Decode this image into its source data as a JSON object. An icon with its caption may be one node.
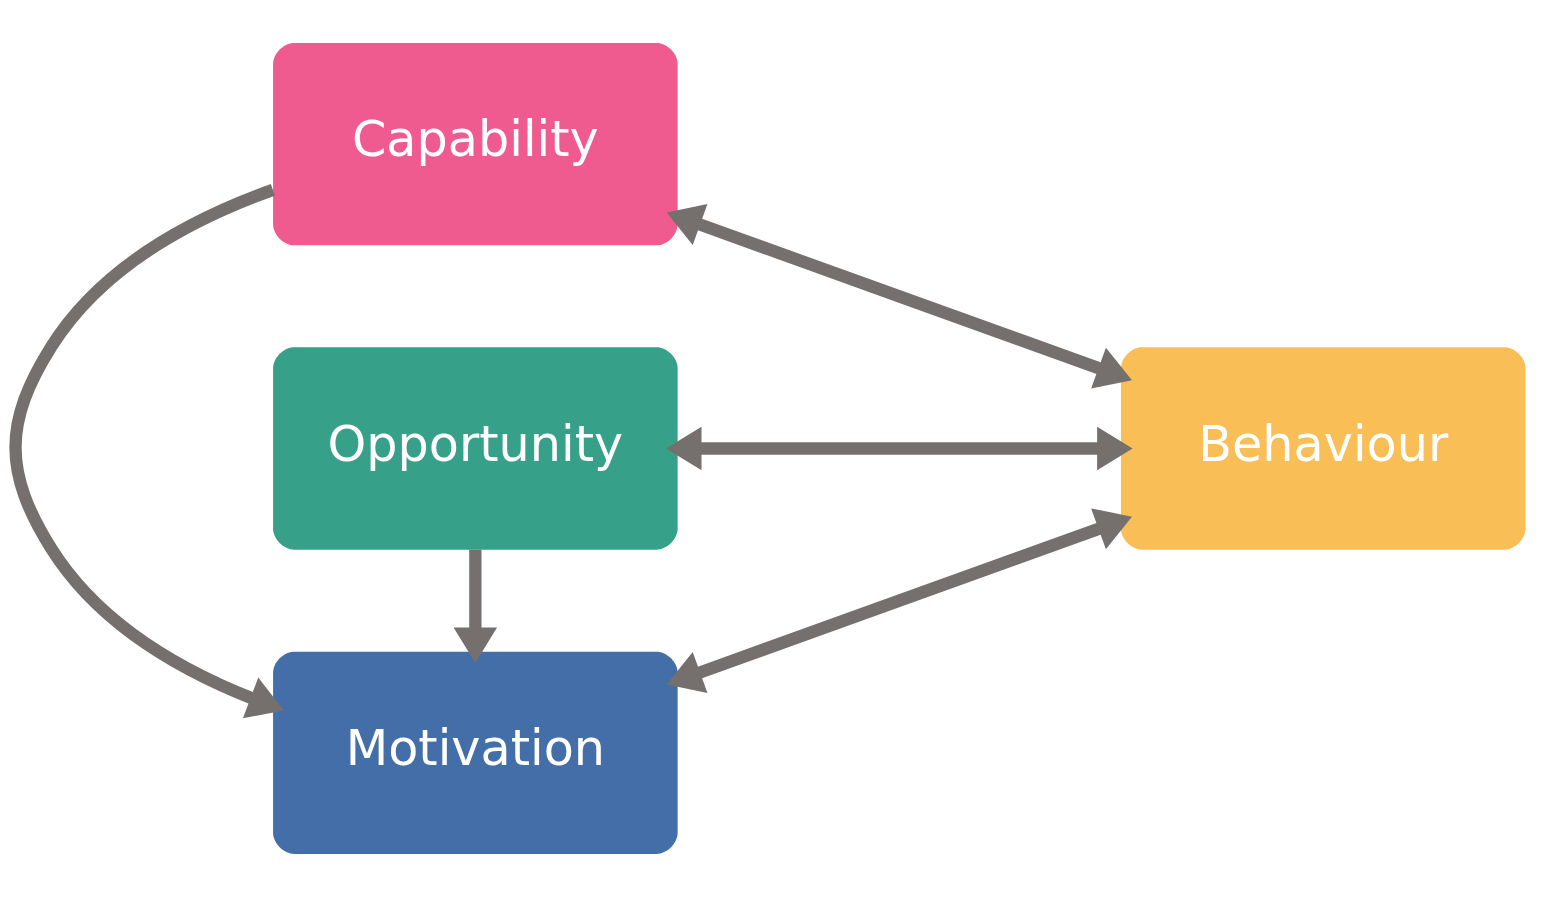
{
  "diagram": {
    "nodes": [
      {
        "text": [
          "Capability"
        ]
      },
      {
        "text": [
          "Opportunity"
        ]
      },
      {
        "text": [
          "Motivation"
        ]
      },
      {
        "text": [
          "Behaviour"
        ]
      }
    ],
    "edges": [
      {
        "from": 0,
        "to": 3,
        "arrow": "both"
      },
      {
        "from": 1,
        "to": 3,
        "arrow": "both"
      },
      {
        "from": 2,
        "to": 3,
        "arrow": "both"
      },
      {
        "from": 0,
        "to": 2,
        "arrow": "to"
      },
      {
        "from": 1,
        "to": 2,
        "arrow": "to"
      }
    ]
  }
}
